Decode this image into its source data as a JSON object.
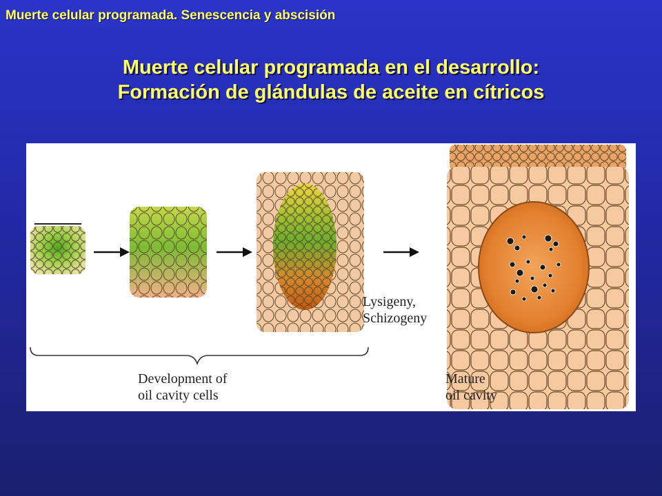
{
  "header": {
    "label": "Muerte celular programada. Senescencia y abscisión"
  },
  "title": {
    "line1": "Muerte celular programada en  el desarrollo:",
    "line2": "Formación de glándulas de aceite en cítricos"
  },
  "figure": {
    "label_process_line1": "Lysigeny,",
    "label_process_line2": "Schizogeny",
    "label_development_line1": "Development of",
    "label_development_line2": "oil cavity cells",
    "label_mature_line1": "Mature",
    "label_mature_line2": "oil cavity"
  },
  "colors": {
    "background": "#2229a6",
    "title_text": "#ffff66",
    "cell_green": "#7cc23a",
    "cell_yellow": "#e8e040",
    "cell_peach": "#f6c9a0",
    "cavity_orange": "#e5883a"
  }
}
